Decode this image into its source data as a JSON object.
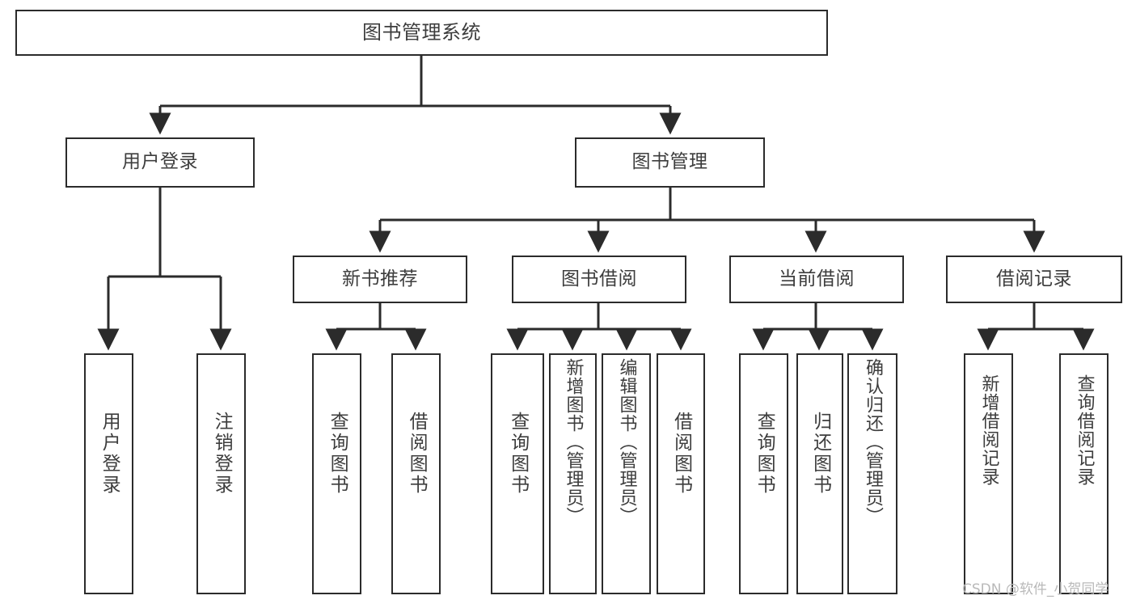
{
  "diagram": {
    "type": "tree",
    "title": "图书管理系统",
    "orientation": "top-down",
    "colors": {
      "box_border": "#2b2b2b",
      "box_fill": "#ffffff",
      "connector": "#2b2b2b",
      "text": "#3d3d3d",
      "watermark": "#b9b9b9"
    },
    "root": {
      "id": "root",
      "label": "图书管理系统",
      "text_orientation": "horizontal"
    },
    "level2": [
      {
        "id": "user-login",
        "label": "用户登录",
        "text_orientation": "horizontal"
      },
      {
        "id": "book-manage",
        "label": "图书管理",
        "text_orientation": "horizontal"
      }
    ],
    "level3": [
      {
        "id": "new-book-recommend",
        "label": "新书推荐",
        "parent": "book-manage",
        "text_orientation": "horizontal"
      },
      {
        "id": "book-borrow",
        "label": "图书借阅",
        "parent": "book-manage",
        "text_orientation": "horizontal"
      },
      {
        "id": "current-borrow",
        "label": "当前借阅",
        "parent": "book-manage",
        "text_orientation": "horizontal"
      },
      {
        "id": "borrow-record",
        "label": "借阅记录",
        "parent": "book-manage",
        "text_orientation": "horizontal"
      }
    ],
    "leaves": [
      {
        "id": "leaf-user-login",
        "label": "用户登录",
        "parent": "user-login",
        "text_orientation": "vertical"
      },
      {
        "id": "leaf-user-logout",
        "label": "注销登录",
        "parent": "user-login",
        "text_orientation": "vertical"
      },
      {
        "id": "leaf-query-book-1",
        "label": "查询图书",
        "parent": "new-book-recommend",
        "text_orientation": "vertical"
      },
      {
        "id": "leaf-borrow-book-1",
        "label": "借阅图书",
        "parent": "new-book-recommend",
        "text_orientation": "vertical"
      },
      {
        "id": "leaf-query-book-2",
        "label": "查询图书",
        "parent": "book-borrow",
        "text_orientation": "vertical"
      },
      {
        "id": "leaf-add-book",
        "label": "新增图书（管理员）",
        "parent": "book-borrow",
        "text_orientation": "vertical"
      },
      {
        "id": "leaf-edit-book",
        "label": "编辑图书（管理员）",
        "parent": "book-borrow",
        "text_orientation": "vertical"
      },
      {
        "id": "leaf-borrow-book-2",
        "label": "借阅图书",
        "parent": "book-borrow",
        "text_orientation": "vertical"
      },
      {
        "id": "leaf-query-book-3",
        "label": "查询图书",
        "parent": "current-borrow",
        "text_orientation": "vertical"
      },
      {
        "id": "leaf-return-book",
        "label": "归还图书",
        "parent": "current-borrow",
        "text_orientation": "vertical"
      },
      {
        "id": "leaf-confirm-return",
        "label": "确认归还（管理员）",
        "parent": "current-borrow",
        "text_orientation": "vertical"
      },
      {
        "id": "leaf-add-record",
        "label": "新增借阅记录",
        "parent": "borrow-record",
        "text_orientation": "vertical"
      },
      {
        "id": "leaf-query-record",
        "label": "查询借阅记录",
        "parent": "borrow-record",
        "text_orientation": "vertical"
      }
    ],
    "watermark": "CSDN @软件_小贺同学"
  }
}
